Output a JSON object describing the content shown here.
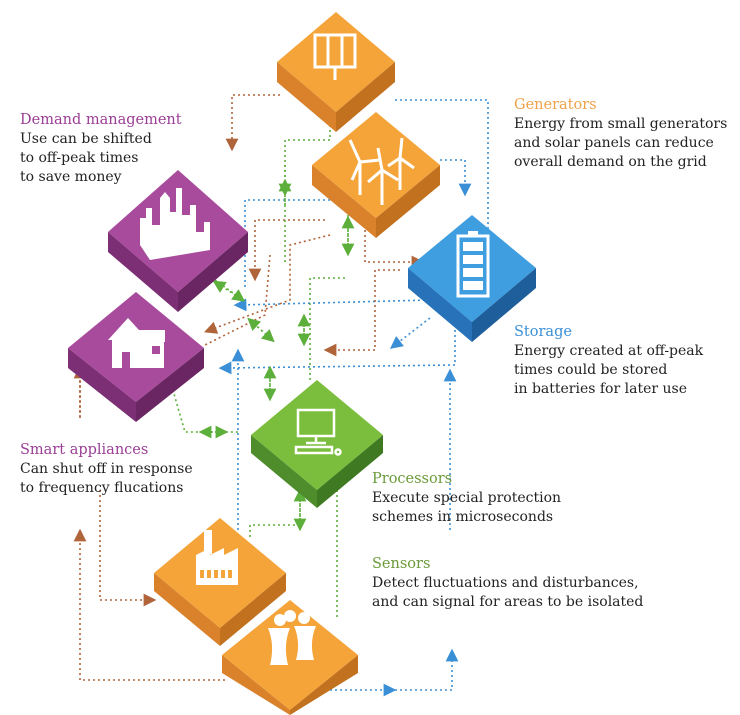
{
  "colors": {
    "orange": "#f5a43a",
    "orange_dark": "#d9822b",
    "purple": "#a94b9c",
    "purple_dark": "#7c2f74",
    "blue": "#3f9ee0",
    "blue_dark": "#2772b8",
    "green": "#7bbd3c",
    "green_dark": "#4f8d2c",
    "flow_blue": "#3a8fd6",
    "flow_brown": "#b0643a",
    "flow_green": "#5caf3a",
    "title_orange": "#f0a24a",
    "title_purple": "#9b3e96",
    "title_blue": "#3a8fd6",
    "title_green": "#6a9a3a"
  },
  "labels": {
    "generators": {
      "title": "Generators",
      "body": "Energy from small generators\nand solar panels can reduce\noverall demand on the grid"
    },
    "demand": {
      "title": "Demand management",
      "body": "Use can be shifted\nto off-peak times\nto save money"
    },
    "storage": {
      "title": "Storage",
      "body": "Energy created at off-peak\ntimes could be stored\nin batteries for later use"
    },
    "smart": {
      "title": "Smart appliances",
      "body": "Can shut off in response\nto frequency flucations"
    },
    "processors": {
      "title": "Processors",
      "body": "Execute special protection\nschemes in microseconds"
    },
    "sensors": {
      "title": "Sensors",
      "body": "Detect fluctuations and disturbances,\nand can signal for areas to be isolated"
    }
  },
  "icons": {
    "solar": "solar-panel-icon",
    "wind": "wind-turbine-icon",
    "city": "city-skyline-icon",
    "battery": "battery-icon",
    "house": "house-icon",
    "computer": "computer-icon",
    "factory": "factory-icon",
    "plant": "cooling-tower-icon"
  }
}
